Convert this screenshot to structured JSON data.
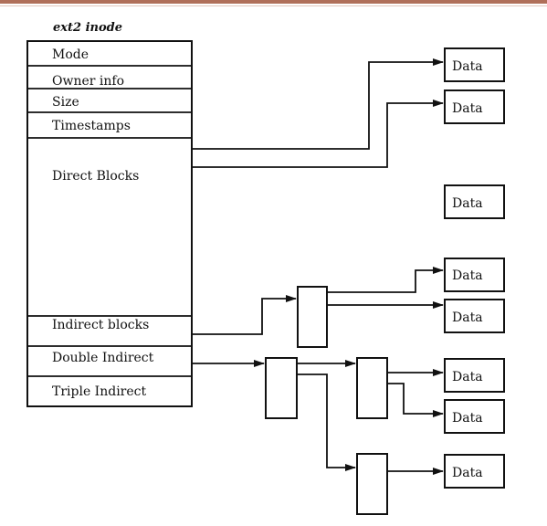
{
  "inode": {
    "title": "ext2 inode",
    "fields": {
      "mode": "Mode",
      "owner_info": "Owner info",
      "size": "Size",
      "timestamps": "Timestamps",
      "direct_blocks": "Direct Blocks",
      "indirect_blocks": "Indirect blocks",
      "double_indirect": "Double Indirect",
      "triple_indirect": "Triple Indirect"
    }
  },
  "data_blocks": [
    "Data",
    "Data",
    "Data",
    "Data",
    "Data",
    "Data",
    "Data",
    "Data"
  ]
}
